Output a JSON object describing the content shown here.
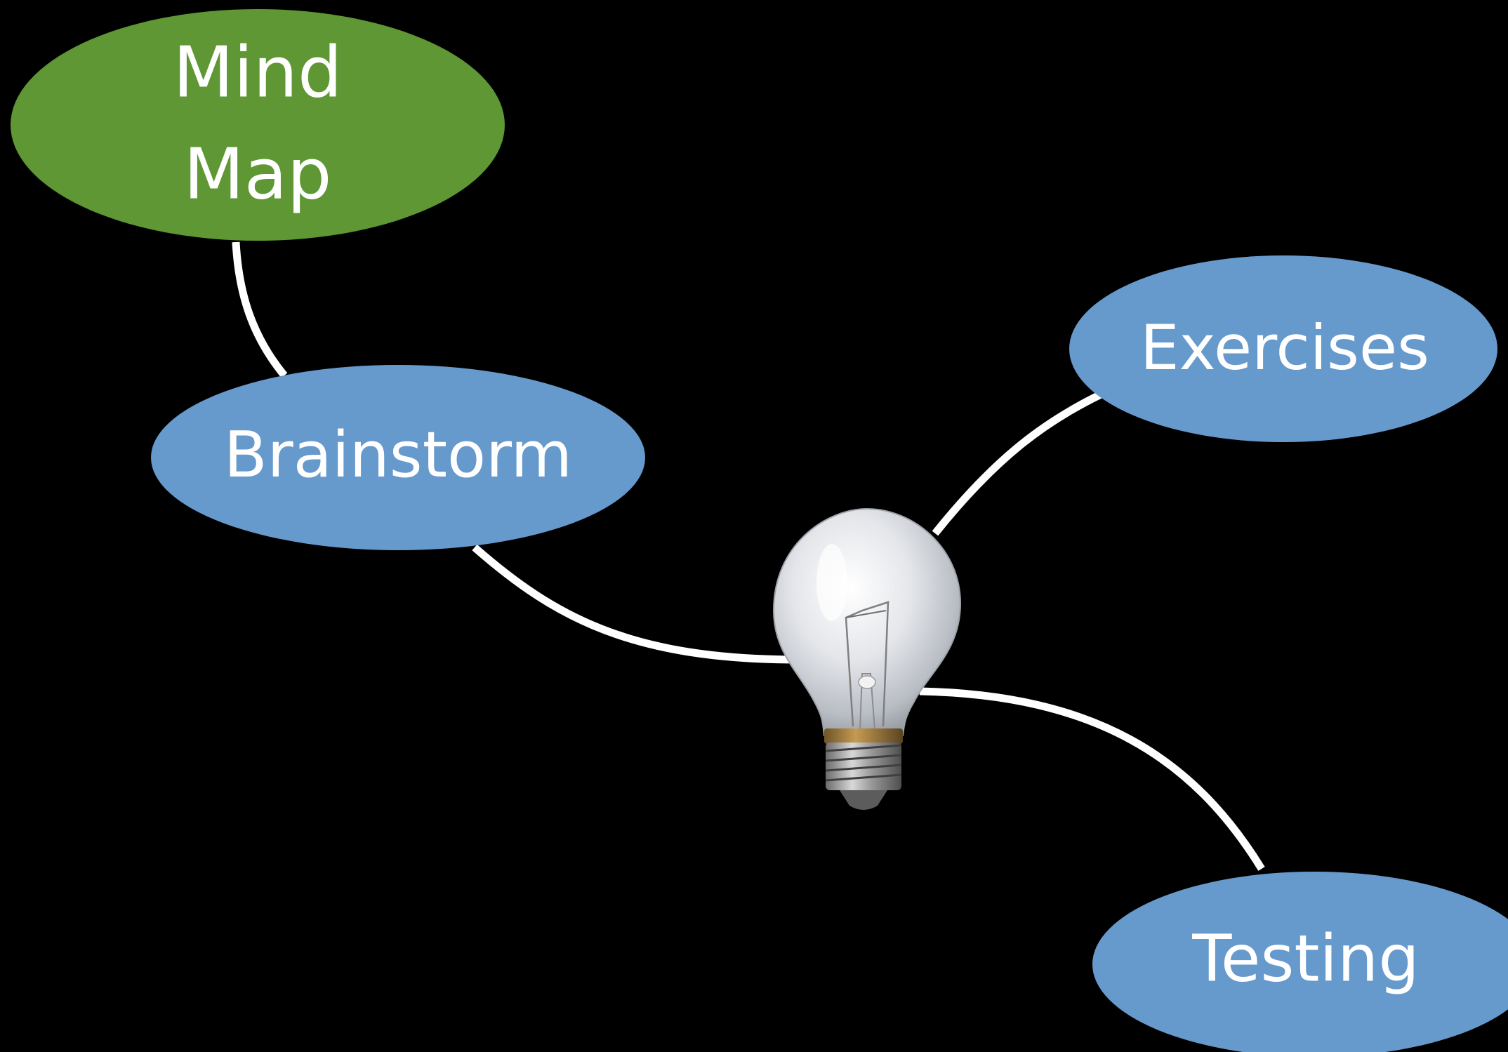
{
  "diagram": {
    "background": "#000000",
    "central_icon": "light-bulb-icon",
    "colors": {
      "root_node": "#5e9733",
      "branch_node": "#6699cc",
      "text": "#ffffff",
      "connector": "#ffffff"
    },
    "nodes": {
      "mind_map": {
        "line1": "Mind",
        "line2": "Map"
      },
      "brainstorm": {
        "label": "Brainstorm"
      },
      "exercises": {
        "label": "Exercises"
      },
      "testing": {
        "label": "Testing"
      }
    },
    "connections": [
      [
        "Mind Map",
        "Brainstorm"
      ],
      [
        "Brainstorm",
        "light-bulb"
      ],
      [
        "light-bulb",
        "Exercises"
      ],
      [
        "light-bulb",
        "Testing"
      ]
    ]
  }
}
